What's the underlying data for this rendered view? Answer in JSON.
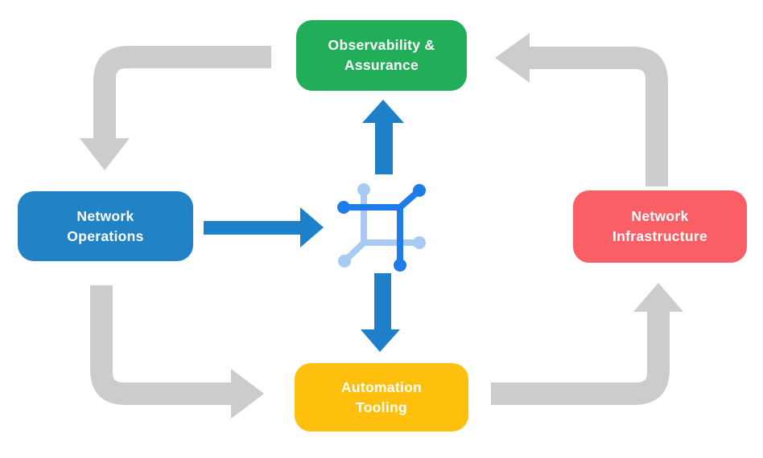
{
  "diagram": {
    "type": "cycle-diagram",
    "background_color": "#ffffff",
    "nodes": [
      {
        "id": "observability-assurance",
        "label_line1": "Observability &",
        "label_line2": "Assurance",
        "color": "#22ae58",
        "position": "top-center"
      },
      {
        "id": "network-operations",
        "label_line1": "Network",
        "label_line2": "Operations",
        "color": "#2183c6",
        "position": "middle-left"
      },
      {
        "id": "network-infrastructure",
        "label_line1": "Network",
        "label_line2": "Infrastructure",
        "color": "#f95f64",
        "position": "middle-right"
      },
      {
        "id": "automation-tooling",
        "label_line1": "Automation",
        "label_line2": "Tooling",
        "color": "#fec00d",
        "position": "bottom-center"
      }
    ],
    "center_icon": {
      "name": "network-automation-icon",
      "dark_blue": "#1e7ce8",
      "light_blue": "#a9cbf3"
    },
    "outer_flow": {
      "color": "#cccccc",
      "arrows": [
        {
          "from": "observability-assurance",
          "to": "network-operations"
        },
        {
          "from": "network-operations",
          "to": "automation-tooling"
        },
        {
          "from": "automation-tooling",
          "to": "network-infrastructure"
        },
        {
          "from": "network-infrastructure",
          "to": "observability-assurance"
        }
      ]
    },
    "inner_flow": {
      "color": "#1e80c8",
      "arrows": [
        {
          "from": "center-icon",
          "to": "observability-assurance",
          "direction": "up"
        },
        {
          "from": "network-operations",
          "to": "center-icon",
          "direction": "right"
        },
        {
          "from": "center-icon",
          "to": "automation-tooling",
          "direction": "down"
        }
      ]
    },
    "text_color": "#ffffff"
  }
}
